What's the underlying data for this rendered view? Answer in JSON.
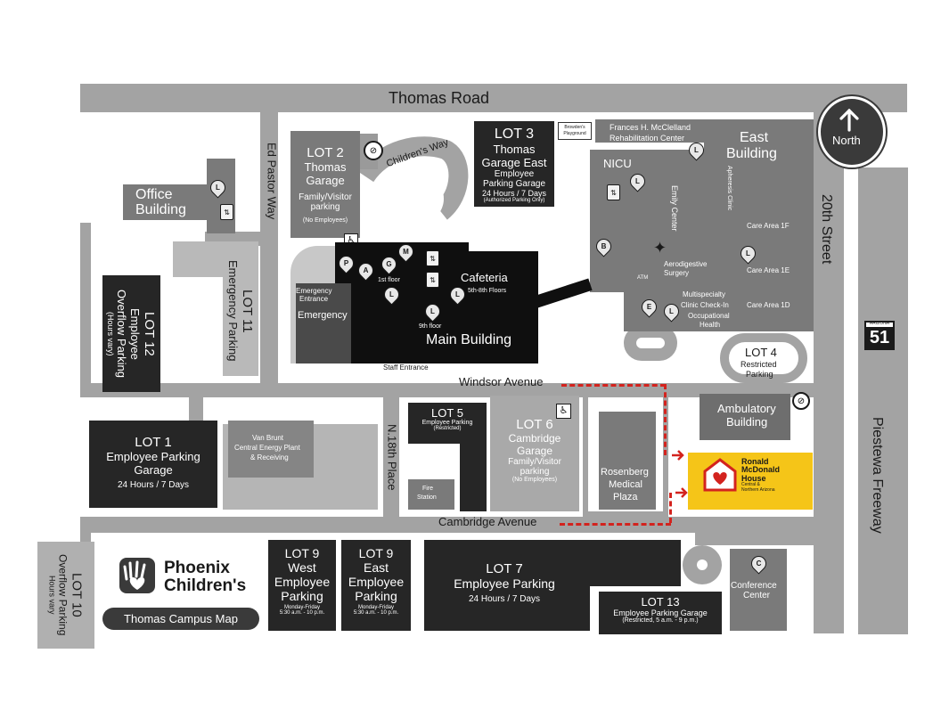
{
  "roads": {
    "thomas_road": "Thomas Road",
    "ed_pastor_way": "Ed Pastor Way",
    "childrens_way": "Children's Way",
    "twentieth_street": "20th Street",
    "piestewa_freeway": "Piestewa Freeway",
    "windsor_avenue": "Windsor Avenue",
    "cambridge_avenue": "Cambridge Avenue",
    "n18th_place": "N.18th Place"
  },
  "north": "North",
  "highway": {
    "state": "ARIZONA",
    "number": "51"
  },
  "playground": "Browden's Playground",
  "lots": {
    "lot2": {
      "name": "LOT 2",
      "line1": "Thomas",
      "line2": "Garage",
      "line3": "Family/Visitor",
      "line4": "parking",
      "note": "(No Employees)"
    },
    "lot3": {
      "name": "LOT 3",
      "line1": "Thomas",
      "line2": "Garage East",
      "line3": "Employee",
      "line4": "Parking Garage",
      "hours": "24 Hours / 7 Days",
      "note": "(Authorized Parking Only)"
    },
    "lot11": {
      "name": "LOT 11",
      "line1": "Emergency Parking"
    },
    "lot12": {
      "name": "LOT 12",
      "line1": "Employee",
      "line2": "Overflow Parking",
      "note": "(Hours vary)"
    },
    "lot4": {
      "name": "LOT 4",
      "line1": "Restricted",
      "line2": "Parking"
    },
    "lot5": {
      "name": "LOT 5",
      "line1": "Employee Parking",
      "note": "(Restricted)"
    },
    "lot6": {
      "name": "LOT 6",
      "line1": "Cambridge",
      "line2": "Garage",
      "line3": "Family/Visitor",
      "line4": "parking",
      "note": "(No Employees)"
    },
    "lot1": {
      "name": "LOT 1",
      "line1": "Employee Parking",
      "line2": "Garage",
      "hours": "24 Hours / 7 Days"
    },
    "lot9w": {
      "name": "LOT 9",
      "line1": "West",
      "line2": "Employee",
      "line3": "Parking",
      "note1": "Monday-Friday",
      "note2": "5:30 a.m. - 10 p.m."
    },
    "lot9e": {
      "name": "LOT 9",
      "line1": "East",
      "line2": "Employee",
      "line3": "Parking",
      "note1": "Monday-Friday",
      "note2": "5:30 a.m. - 10 p.m."
    },
    "lot7": {
      "name": "LOT 7",
      "line1": "Employee Parking",
      "hours": "24 Hours / 7 Days"
    },
    "lot13": {
      "name": "LOT 13",
      "line1": "Employee Parking Garage",
      "note": "(Restricted, 5 a.m. - 9 p.m.)"
    },
    "lot10": {
      "name": "LOT 10",
      "line1": "Overflow Parking",
      "note": "Hours vary"
    }
  },
  "buildings": {
    "office": {
      "line1": "Office",
      "line2": "Building"
    },
    "east": {
      "line1": "East",
      "line2": "Building"
    },
    "nicu": "NICU",
    "rehab": {
      "line1": "Frances H. McClelland",
      "line2": "Rehabilitation Center"
    },
    "emily": "Emily Center",
    "apheresis": "Apheresis Clinic",
    "care1f": "Care Area 1F",
    "care1e": "Care Area 1E",
    "care1d": "Care Area 1D",
    "aerodigestive": {
      "line1": "Aerodigestive",
      "line2": "Surgery"
    },
    "atm": "ATM",
    "multispecialty": {
      "line1": "Multispecialty",
      "line2": "Clinic Check-In"
    },
    "occupational": {
      "line1": "Occupational",
      "line2": "Health"
    },
    "emergency_entrance": {
      "line1": "Emergency",
      "line2": "Entrance"
    },
    "emergency": "Emergency",
    "first_floor": "1st floor",
    "cafeteria": "Cafeteria",
    "cafeteria_floors": "5th-8th Floors",
    "ninth_floor": "9th floor",
    "main": "Main Building",
    "staff_entrance": "Staff Entrance",
    "ambulatory": {
      "line1": "Ambulatory",
      "line2": "Building"
    },
    "van_brunt": {
      "line1": "Van Brunt",
      "line2": "Central Energy Plant",
      "line3": "& Receiving"
    },
    "fire": {
      "line1": "Fire",
      "line2": "Station"
    },
    "rosenberg": {
      "line1": "Rosenberg",
      "line2": "Medical",
      "line3": "Plaza"
    },
    "conference": {
      "line1": "Conference",
      "line2": "Center"
    },
    "rmh": {
      "line1": "Ronald",
      "line2": "McDonald",
      "line3": "House",
      "line4": "Central &",
      "line5": "Northern Arizona"
    }
  },
  "pins": {
    "l": "L",
    "p": "P",
    "a": "A",
    "g": "G",
    "m": "M",
    "b": "B",
    "e": "E",
    "c": "C"
  },
  "logo": {
    "line1": "Phoenix",
    "line2": "Children's",
    "map_title": "Thomas Campus Map"
  },
  "colors": {
    "road": "#a3a3a3",
    "route": "#d3231e",
    "rmh_yellow": "#f5c518",
    "rmh_red": "#d3231e"
  }
}
